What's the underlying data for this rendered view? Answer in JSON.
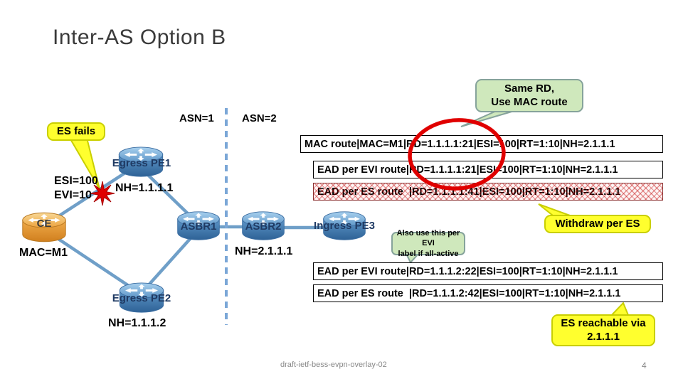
{
  "slide": {
    "title": "Inter-AS Option B",
    "footer": "draft-ietf-bess-evpn-overlay-02",
    "page_number": "4"
  },
  "regions": {
    "asn_left": "ASN=1",
    "asn_right": "ASN=2"
  },
  "nodes": {
    "egress_pe1": "Egress PE1",
    "egress_pe2": "Egress PE2",
    "asbr1": "ASBR1",
    "asbr2": "ASBR2",
    "ingress_pe3": "Ingress PE3",
    "ce": "CE"
  },
  "labels": {
    "esi": "ESI=100",
    "evi": "EVI=10",
    "nh_pe1": "NH=1.1.1.1",
    "nh_pe2": "NH=1.1.1.2",
    "nh_asbr2": "NH=2.1.1.1",
    "mac_ce": "MAC=M1"
  },
  "routes": {
    "mac_route": "MAC route|MAC=M1|RD=1.1.1.1:21|ESI=100|RT=1:10|NH=2.1.1.1",
    "ead_per_evi_pe1": "EAD per EVI route|RD=1.1.1.1:21|ESI=100|RT=1:10|NH=2.1.1.1",
    "ead_per_es_pe1": "EAD per ES route  |RD=1.1.1.1:41|ESI=100|RT=1:10|NH=2.1.1.1",
    "ead_per_evi_pe2": "EAD per EVI route|RD=1.1.1.2:22|ESI=100|RT=1:10|NH=2.1.1.1",
    "ead_per_es_pe2": "EAD per ES route  |RD=1.1.1.2:42|ESI=100|RT=1:10|NH=2.1.1.1"
  },
  "callouts": {
    "same_rd_line1": "Same RD,",
    "same_rd_line2": "Use MAC route",
    "es_fails": "ES fails",
    "withdraw_per_es": "Withdraw per ES",
    "also_use_line1": "Also use this per EVI",
    "also_use_line2": "label if all-active",
    "es_reachable_line1": "ES reachable via",
    "es_reachable_line2": "2.1.1.1"
  },
  "colors": {
    "link": "#6F9FC8",
    "asn_divider": "#7BA7D7",
    "callout_yellow": "#FFFF2E",
    "callout_yellow_border": "#C9CF00",
    "callout_green": "#CFE8BC",
    "callout_green_border": "#86A39B",
    "highlight_red": "#E00000",
    "hatch_red": "#C00000",
    "router_blue": "#4E86BC",
    "router_orange": "#EDA33F"
  }
}
